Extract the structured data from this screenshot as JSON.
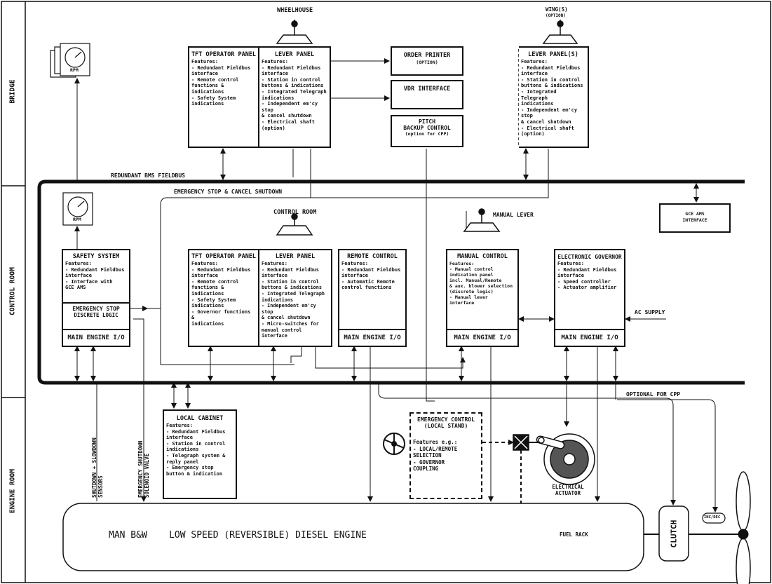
{
  "zones": {
    "bridge": "BRIDGE",
    "control_room": "CONTROL ROOM",
    "engine_room": "ENGINE ROOM"
  },
  "headers": {
    "wheelhouse": "WHEELHOUSE",
    "wings": "WING(S)",
    "wings_option": "(OPTION)",
    "control_room": "CONTROL ROOM",
    "manual_lever": "MANUAL LEVER",
    "redundant_bus": "REDUNDANT BMS FIELDBUS",
    "emergency_line": "EMERGENCY STOP & CANCEL SHUTDOWN",
    "optional_cpp": "OPTIONAL FOR CPP",
    "ac_supply": "AC SUPPLY",
    "rpm_bridge": "RPM",
    "rpm_control": "RPM"
  },
  "bridge": {
    "tft": {
      "title": "TFT OPERATOR PANEL",
      "features": "Features:\n- Redundant Fieldbus\n  interface\n- Remote control\n  functions &\n  indications\n- Safety System\n  indications"
    },
    "lever": {
      "title": "LEVER PANEL",
      "features": "Features:\n- Redundant Fieldbus\n  interface\n- Station in control\n  buttons & indications\n- Integrated Telegraph\n  indications\n- Independent em'cy stop\n  & cancel shutdown\n- Electrical shaft (option)"
    },
    "order_printer": {
      "title": "ORDER PRINTER",
      "sub": "(OPTION)"
    },
    "vdr": {
      "title": "VDR INTERFACE"
    },
    "pitch": {
      "title": "PITCH\nBACKUP CONTROL",
      "sub": "(option for CPP)"
    },
    "wing_lever": {
      "title": "LEVER PANEL(S)",
      "features": "Features:\n- Redundant Fieldbus\n  interface\n- Station in control\n  buttons & indications\n- Integrated Telegraph\n  indications\n- Independent em'cy stop\n  & cancel shutdown\n- Electrical shaft (option)"
    }
  },
  "control": {
    "gce": {
      "title": "GCE AMS",
      "sub": "INTERFACE"
    },
    "safety": {
      "title": "SAFETY SYSTEM",
      "features": "Features:\n- Redundant Fieldbus\n  interface\n- Interface with\n  GCE AMS",
      "estop_title": "EMERGENCY STOP",
      "estop_sub": "DISCRETE LOGIC",
      "io": "MAIN ENGINE I/O"
    },
    "tft": {
      "title": "TFT OPERATOR PANEL",
      "features": "Features:\n- Redundant Fieldbus\n  interface\n- Remote control\n  functions &\n  indications\n- Safety System\n  indications\n- Governor functions &\n  indications"
    },
    "lever": {
      "title": "LEVER PANEL",
      "features": "Features:\n- Redundant Fieldbus\n  interface\n- Station in control\n  buttons & indications\n- Integrated Telegraph\n  indications\n- Independent em'cy stop\n  & cancel shutdown\n- Micro-switches for\n  manual control interface"
    },
    "remote": {
      "title": "REMOTE CONTROL",
      "features": "Features:\n- Redundant Fieldbus\n  interface\n- Automatic Remote\n  control functions",
      "io": "MAIN ENGINE I/O"
    },
    "manual": {
      "title": "MANUAL CONTROL",
      "features": "Features:\n- Manual control\n  indication panel\n  incl. Manual/Remote\n  & aux. blower selection\n  (discrete logic)\n- Manual lever\n  interface",
      "io": "MAIN ENGINE I/O"
    },
    "governor": {
      "title": "ELECTRONIC GOVERNOR",
      "features": "Features:\n- Redundant Fieldbus\n  interface\n- Speed controller\n- Actuator amplifier",
      "io": "MAIN ENGINE I/O"
    }
  },
  "engine": {
    "local_cabinet": {
      "title": "LOCAL CABINET",
      "features": "Features:\n- Redundant Fieldbus\n  interface\n- Station in control\n  indications\n- Telegraph system &\n  reply panel\n- Emergency stop\n  button & indication"
    },
    "emergency_control": {
      "title": "EMERGENCY CONTROL\n(LOCAL STAND)",
      "features": "Features e.g.:\n- LOCAL/REMOTE\n  SELECTION\n- GOVERNOR\n  COUPLING"
    },
    "sensors_label": "SHUTDOWN + SLOWDOWN\nSENSORS",
    "solenoid_label": "EMERGENCY SHUTDOWN\nSOLENOID VALVE",
    "electrical_actuator": "ELECTRICAL\nACTUATOR",
    "fuel_rack": "FUEL RACK",
    "clutch": "CLUTCH",
    "inc_dec": "INC/DEC",
    "engine_label": "MAN B&W    LOW SPEED (REVERSIBLE) DIESEL ENGINE"
  }
}
